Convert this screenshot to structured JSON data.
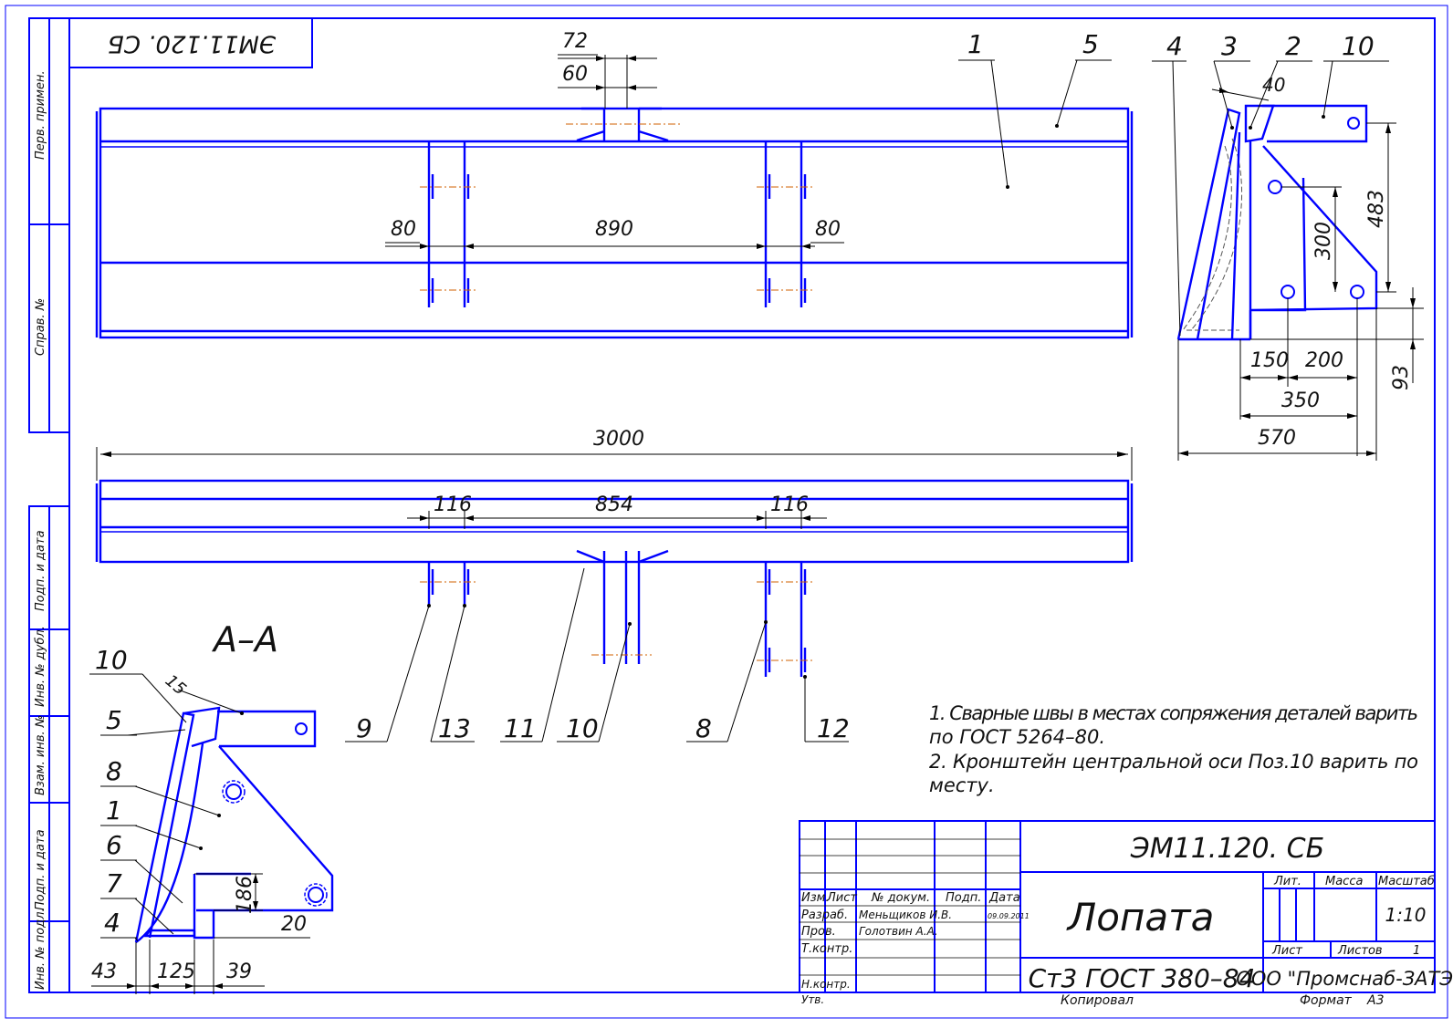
{
  "stamp_top": "ЭМ11.120. СБ",
  "side_labels": [
    "Перв. примен.",
    "Справ. №",
    "Подп. и дата",
    "Инв. № дубл.",
    "Взам. инв. №",
    "Подп. и дата",
    "Инв. № подл."
  ],
  "front_view": {
    "dims": {
      "d72": "72",
      "d60": "60",
      "d80a": "80",
      "d890": "890",
      "d80b": "80"
    },
    "balloons": {
      "b1": "1",
      "b5": "5"
    }
  },
  "bottom_view": {
    "dims": {
      "d3000": "3000",
      "d116a": "116",
      "d854": "854",
      "d116b": "116"
    },
    "balloons": {
      "b9": "9",
      "b13": "13",
      "b11": "11",
      "b10": "10",
      "b8": "8",
      "b12": "12"
    }
  },
  "side_view": {
    "balloons": {
      "b4": "4",
      "b3": "3",
      "b2": "2",
      "b10": "10"
    },
    "dims": {
      "d40": "40",
      "d483": "483",
      "d300": "300",
      "d150": "150",
      "d200": "200",
      "d350": "350",
      "d93": "93",
      "d570": "570"
    }
  },
  "section": {
    "title": "А–А",
    "balloons": {
      "b10": "10",
      "b5": "5",
      "b8": "8",
      "b1": "1",
      "b6": "6",
      "b7": "7",
      "b4": "4"
    },
    "dims": {
      "d15": "15",
      "d186": "186",
      "d20": "20",
      "d43": "43",
      "d125": "125",
      "d39": "39"
    }
  },
  "notes": [
    "1. Сварные швы в местах сопряжения деталей варить",
    "по ГОСТ 5264–80.",
    "2. Кронштейн центральной оси Поз.10 варить по",
    "месту."
  ],
  "title_block": {
    "designation": "ЭМ11.120. СБ",
    "name": "Лопата",
    "material": "Ст3 ГОСТ 380–84",
    "company": "ООО \"Промснаб-ЗАТЭ\"",
    "headers": {
      "izm": "Изм.",
      "list": "Лист",
      "ndok": "№ докум.",
      "podp": "Подп.",
      "data": "Дата"
    },
    "rows": {
      "razrab": "Разраб.",
      "razrab_name": "Меньщиков И.В.",
      "razrab_date": "09.09.2011",
      "prov": "Пров.",
      "prov_name": "Голотвин А.А.",
      "tkontr": "Т.контр.",
      "nkontr": "Н.контр.",
      "utv": "Утв."
    },
    "lit": "Лит.",
    "massa": "Масса",
    "masshtab": "Масштаб",
    "scale": "1:10",
    "list_label": "Лист",
    "listov_label": "Листов",
    "listov": "1"
  },
  "footer": {
    "kopiroval": "Копировал",
    "format_label": "Формат",
    "format": "А3"
  }
}
